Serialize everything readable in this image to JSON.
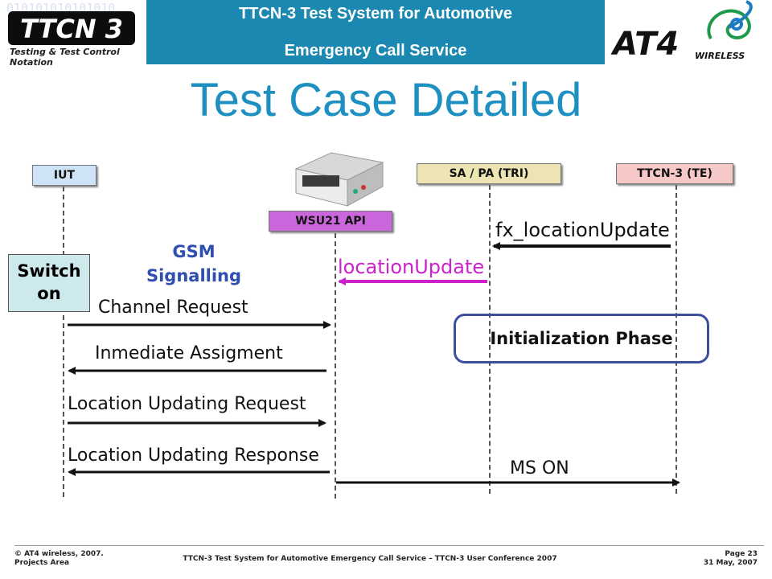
{
  "header": {
    "title_line1": "TTCN-3 Test System for Automotive",
    "title_line2": "Emergency Call Service",
    "colors": {
      "band": "#1a88b0",
      "title": "#1d8fc0"
    }
  },
  "logos": {
    "ttcn": {
      "word": "TTCN 3",
      "tagline": "Testing & Test Control Notation",
      "bits": "010101010101010\n10101010101010"
    },
    "at4": {
      "word": "AT4",
      "sub": "WIRELESS"
    }
  },
  "slide_title": "Test Case Detailed",
  "lanes": {
    "iut": {
      "label": "IUT",
      "color": "#cfe3f7"
    },
    "wsu": {
      "label": "WSU21 API",
      "color": "#cc66dd"
    },
    "sa": {
      "label": "SA / PA (TRI)",
      "color": "#ede4b4"
    },
    "te": {
      "label": "TTCN-3 (TE)",
      "color": "#f6c8c8"
    }
  },
  "notes": {
    "switch_on": "Switch on",
    "gsm": "GSM Signalling",
    "init_phase": "Initialization Phase"
  },
  "messages": {
    "fx_location_update": "fx_locationUpdate",
    "location_update": "locationUpdate",
    "channel_request": "Channel Request",
    "immediate_assignment": "Inmediate Assigment",
    "location_updating_request": "Location Updating Request",
    "location_updating_response": "Location Updating Response",
    "ms_on": "MS ON",
    "colors": {
      "location_update": "#cc22cc"
    }
  },
  "footer": {
    "copyright": "© AT4 wireless, 2007.",
    "area": "Projects Area",
    "center": "TTCN-3 Test System for Automotive Emergency Call Service – TTCN-3 User Conference 2007",
    "page": "Page 23",
    "date": "31 May, 2007"
  }
}
